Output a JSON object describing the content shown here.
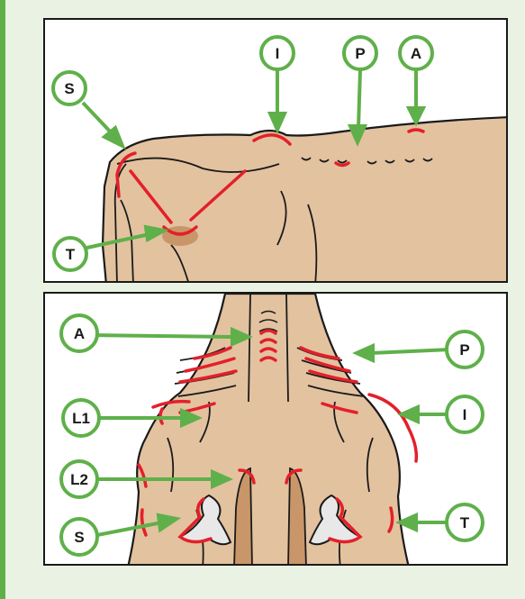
{
  "top_view": {
    "labels": {
      "s": "S",
      "i": "I",
      "p": "P",
      "a": "A",
      "t": "T"
    }
  },
  "rear_view": {
    "labels": {
      "a": "A",
      "p": "P",
      "l1": "L1",
      "i": "I",
      "l2": "L2",
      "s": "S",
      "t": "T"
    }
  },
  "colors": {
    "body": "#e3c2a0",
    "outline": "#1a1a1a",
    "highlight": "#e3202a",
    "callout": "#5fb04a",
    "bone_shadow": "#c89669",
    "background": "#eaf3e3"
  }
}
